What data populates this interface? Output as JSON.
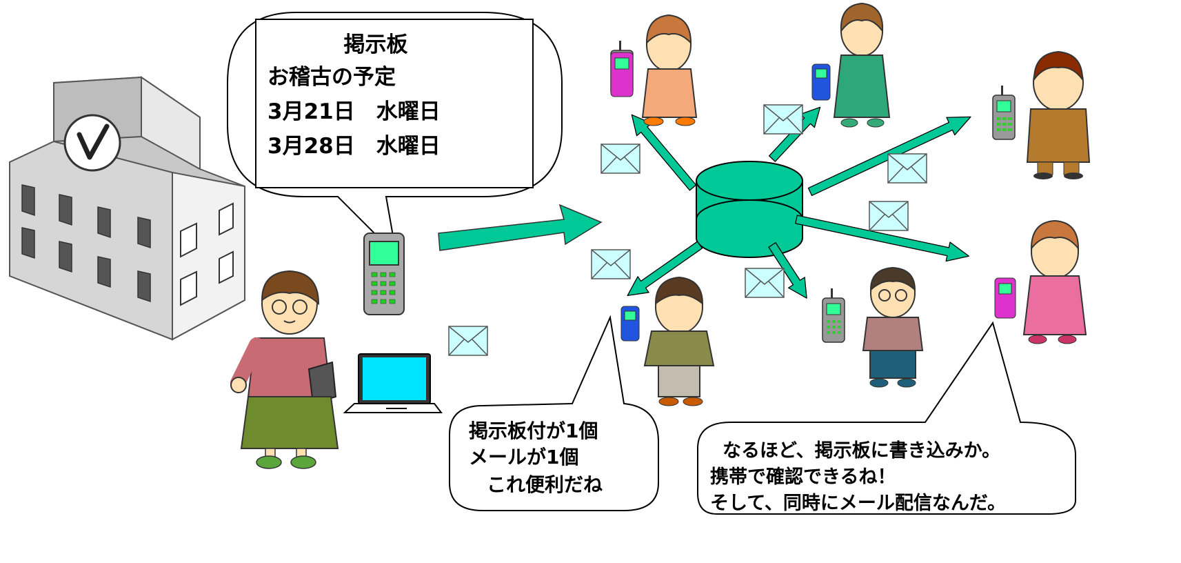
{
  "bulletin_bubble": {
    "heading": "掲示板",
    "line1": "お稽古の予定",
    "line2": "3月21日　水曜日",
    "line3": "3月28日　水曜日"
  },
  "left_bubble": {
    "line1": "掲示板付が1個",
    "line2": "メールが1個",
    "line3": "これ便利だね"
  },
  "right_bubble": {
    "line1": "なるほど、掲示板に書き込みか。",
    "line2": "携帯で確認できるね！",
    "line3": "そして、同時にメール配信なんだ。"
  },
  "colors": {
    "arrow": "#00c896",
    "server": "#00c896",
    "envelope": "#ccffff",
    "screen_green": "#33ff99",
    "screen_cyan": "#00e5ff"
  }
}
